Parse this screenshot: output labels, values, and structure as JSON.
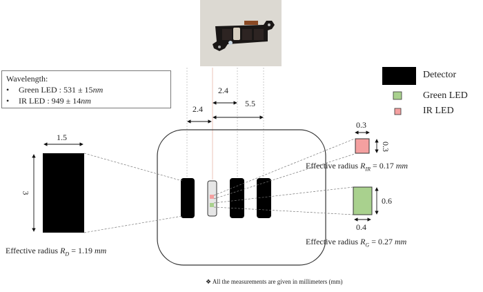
{
  "wavelength_box": {
    "title": "Wavelength:",
    "items": [
      {
        "bullet": "•",
        "label": "Green LED : 531 ± 15 ",
        "unit": "nm"
      },
      {
        "bullet": "•",
        "label": "IR LED : 949 ± 14 ",
        "unit": "nm"
      }
    ]
  },
  "legend": {
    "items": [
      {
        "label": "Detector",
        "color": "#000000"
      },
      {
        "label": "Green LED",
        "color": "#a9d18e"
      },
      {
        "label": "IR LED",
        "color": "#f4a0a0"
      }
    ]
  },
  "dimensions": {
    "spacing_left": "2.4",
    "spacing_mid": "2.4",
    "spacing_right": "5.5",
    "detector_width": "1.5",
    "detector_height": "3",
    "ir_width": "0.3",
    "ir_height": "0.3",
    "green_width": "0.4",
    "green_height": "0.6"
  },
  "labels": {
    "detector_radius_prefix": "Effective radius ",
    "detector_radius_sym": "R",
    "detector_radius_sub": "D",
    "detector_radius_value": " = 1.19 ",
    "detector_radius_unit": "mm",
    "ir_radius_prefix": "Effective radius ",
    "ir_radius_sym": "R",
    "ir_radius_sub": "IR",
    "ir_radius_value": " = 0.17 ",
    "ir_radius_unit": "mm",
    "green_radius_prefix": "Effective radius ",
    "green_radius_sym": "R",
    "green_radius_sub": "G",
    "green_radius_value": " = 0.27 ",
    "green_radius_unit": "mm"
  },
  "footnote": {
    "symbol": "❖",
    "text": " All the measurements are given in millimeters (mm)"
  },
  "colors": {
    "detector": "#000000",
    "green_led": "#a9d18e",
    "ir_led": "#f4a0a0",
    "led_package": "#e6e6e6"
  }
}
